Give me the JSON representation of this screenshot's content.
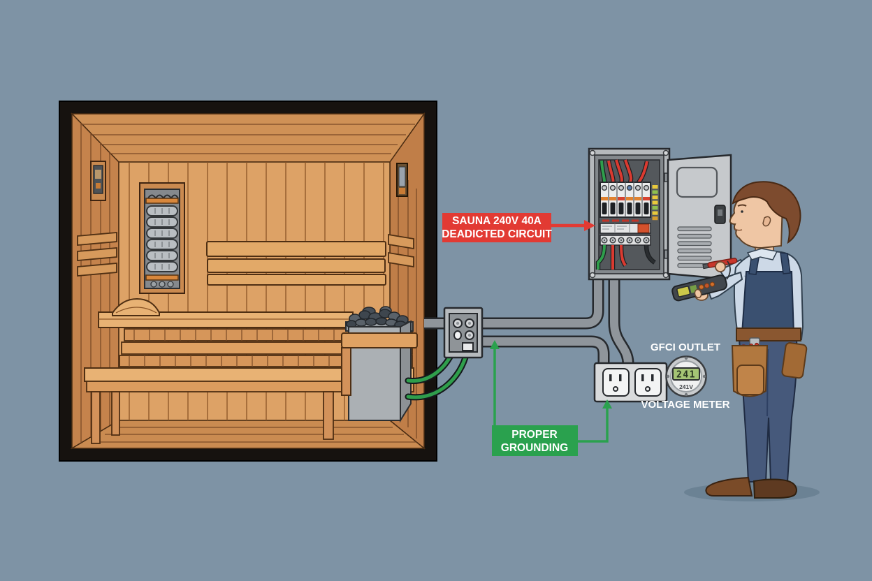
{
  "scene": {
    "background_color": "#7e93a5",
    "subject": "sauna electrical wiring illustration"
  },
  "callouts": {
    "dedicated_circuit": {
      "line1": "SAUNA 240V 40A",
      "line2": "DEADICTED CIRCUIT",
      "box_color": "#e23a33",
      "text_color": "#ffffff"
    },
    "proper_grounding": {
      "line1": "PROPER",
      "line2": "GROUNDING",
      "box_color": "#2aa14e",
      "text_color": "#ffffff"
    }
  },
  "labels": {
    "gfci_outlet": "GFCI OUTLET",
    "voltage_meter": "VOLTAGE METER",
    "text_color": "#ffffff"
  },
  "meter": {
    "reading": "241",
    "sub_label": "241V",
    "lcd_color": "#a4c474"
  },
  "palette": {
    "wood_back_wall": "#dda266",
    "wood_side_wall": "#c5834c",
    "wood_bench": "#e8b274",
    "sauna_frame": "#16120f",
    "panel_metal": "#b5b9bc",
    "panel_interior": "#54585c",
    "conduit": "#8f959b",
    "wire_green": "#2f9e4c",
    "wire_red": "#da3a30",
    "heater_body": "#abb0b4",
    "rocks": "#4a525a",
    "shirt": "#cdd9e7",
    "overalls": "#3a5070",
    "skin": "#efc6a4",
    "hair": "#7d4b2e",
    "tool_belt": "#b1783f"
  }
}
